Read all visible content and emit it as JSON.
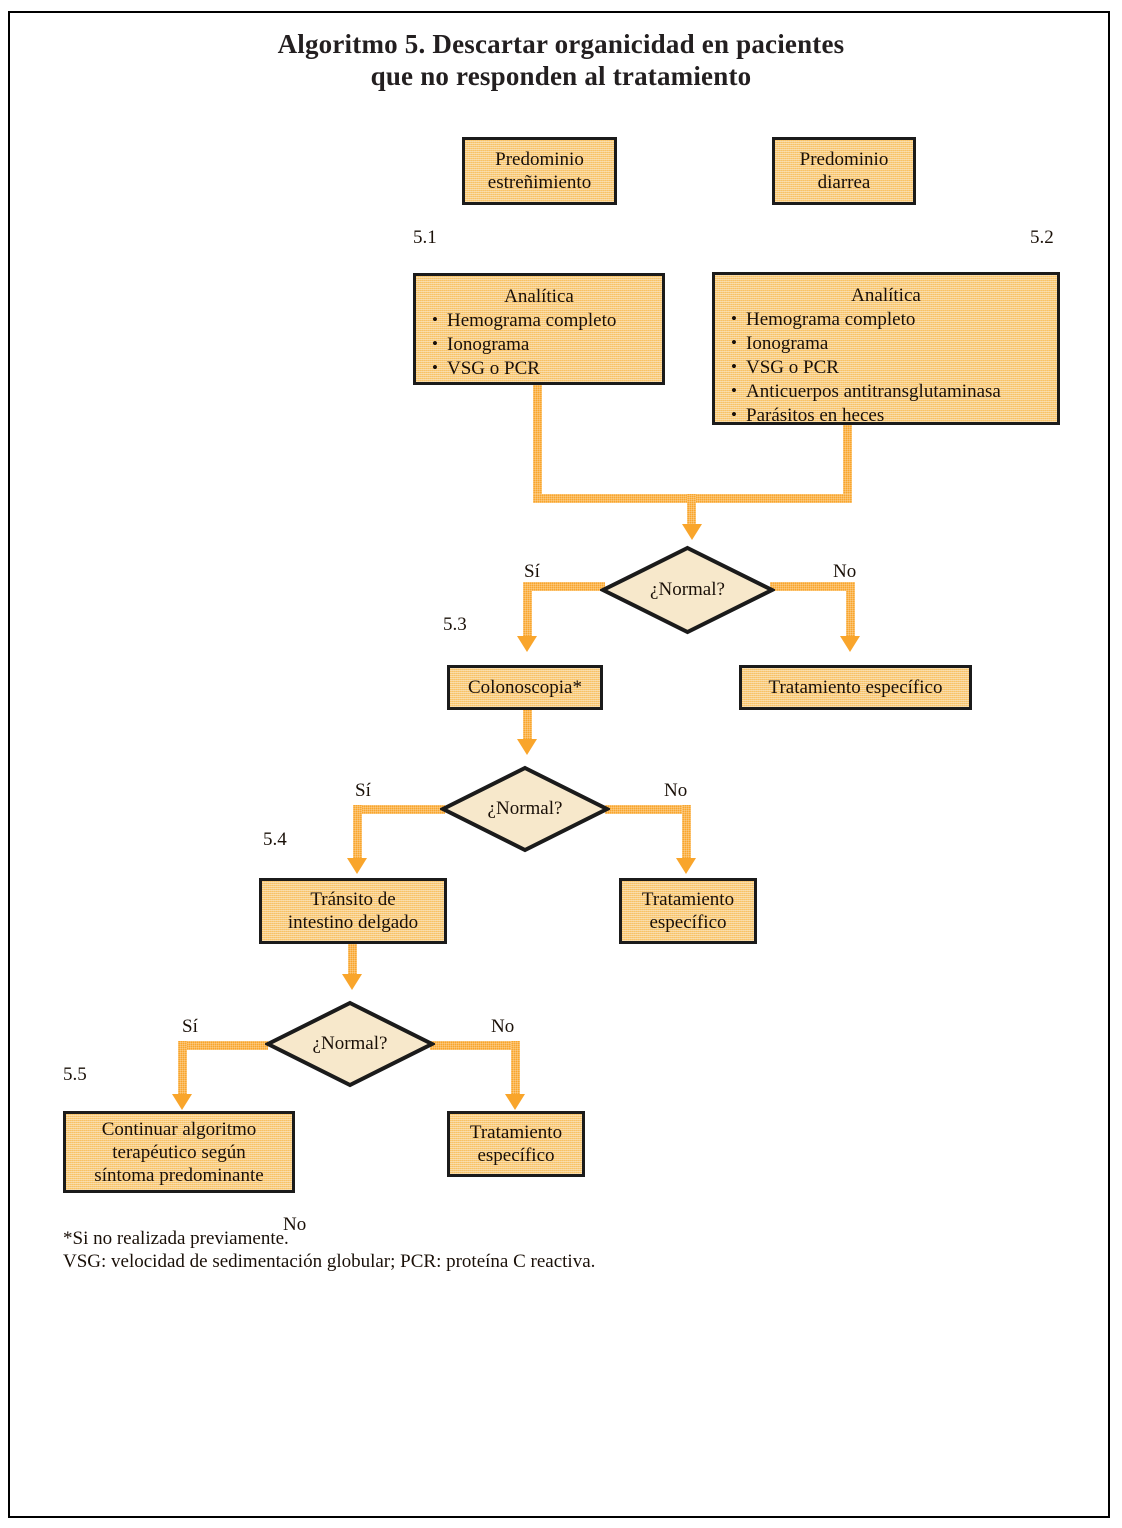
{
  "title": {
    "line1": "Algoritmo 5. Descartar organicidad en pacientes",
    "line2": "que no responden al tratamiento"
  },
  "nodes": {
    "predominio_estrenimiento": {
      "line1": "Predominio",
      "line2": "estreñimiento"
    },
    "predominio_diarrea": {
      "line1": "Predominio",
      "line2": "diarrea"
    },
    "analitica_izq": {
      "header": "Analítica",
      "items": [
        "Hemograma completo",
        "Ionograma",
        "VSG o PCR"
      ]
    },
    "analitica_der": {
      "header": "Analítica",
      "items": [
        "Hemograma completo",
        "Ionograma",
        "VSG o PCR",
        "Anticuerpos antitransglutaminasa",
        "Parásitos en heces"
      ]
    },
    "colonoscopia": {
      "line1": "Colonoscopia*"
    },
    "tratamiento_especifico_1": {
      "line1": "Tratamiento específico"
    },
    "transito": {
      "line1": "Tránsito de",
      "line2": "intestino delgado"
    },
    "tratamiento_especifico_2": {
      "line1": "Tratamiento",
      "line2": "específico"
    },
    "continuar_algoritmo": {
      "line1": "Continuar algoritmo",
      "line2": "terapéutico según",
      "line3": "síntoma predominante"
    },
    "tratamiento_especifico_3": {
      "line1": "Tratamiento",
      "line2": "específico"
    }
  },
  "decisions": {
    "normal_1": "¿Normal?",
    "normal_2": "¿Normal?",
    "normal_3": "¿Normal?"
  },
  "edge_labels": {
    "si_1": "Sí",
    "no_1": "No",
    "si_2": "Sí",
    "no_2": "No",
    "si_3": "Sí",
    "no_3": "No",
    "no_stray": "No"
  },
  "step_numbers": {
    "s51": "5.1",
    "s52": "5.2",
    "s53": "5.3",
    "s54": "5.4",
    "s55": "5.5"
  },
  "footnotes": {
    "line1": "*Si no realizada previamente.",
    "line2": "VSG: velocidad de sedimentación globular; PCR: proteína C reactiva."
  },
  "colors": {
    "box_fill": "#f6c97e",
    "diamond_fill": "#f7e8cb",
    "connector": "#f9a52b",
    "outline": "#1b1b1b",
    "text": "#1a1008",
    "page_border": "#000000"
  }
}
